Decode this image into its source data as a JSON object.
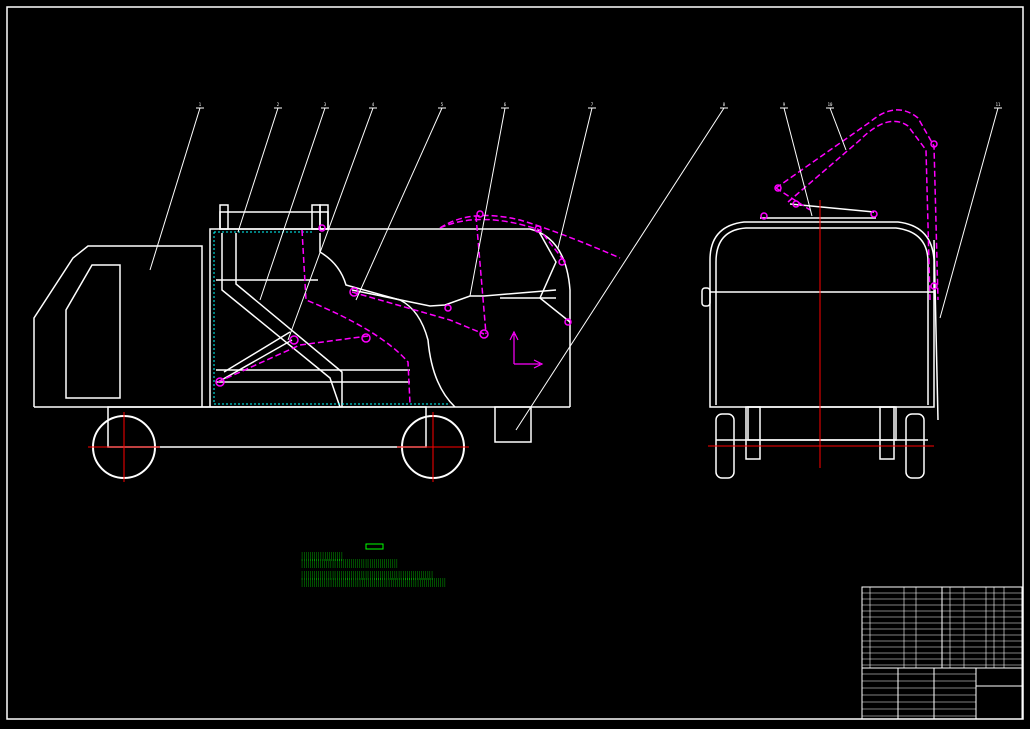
{
  "drawing": {
    "background": "#000000",
    "line_color": "#ffffff",
    "hydraulic_color": "#ff00ff",
    "centerline_color": "#ff0000",
    "hatch_color": "#00ffff",
    "note_color": "#00ff00"
  },
  "balloons": [
    "1",
    "2",
    "3",
    "4",
    "5",
    "6",
    "7",
    "8",
    "9",
    "10",
    "11"
  ],
  "notes": {
    "line1": "||||||||||||||||||||",
    "line2": "|||||||||||||||||||||||||||||||||||||||||||||||",
    "line3": "||||||||||||||||||||||||||||||||||||||||||||||||||||||||||||||||",
    "line4": "||||||||||||||||||||||||||||||||||||||||||||||||||||||||||||||||||||||"
  }
}
